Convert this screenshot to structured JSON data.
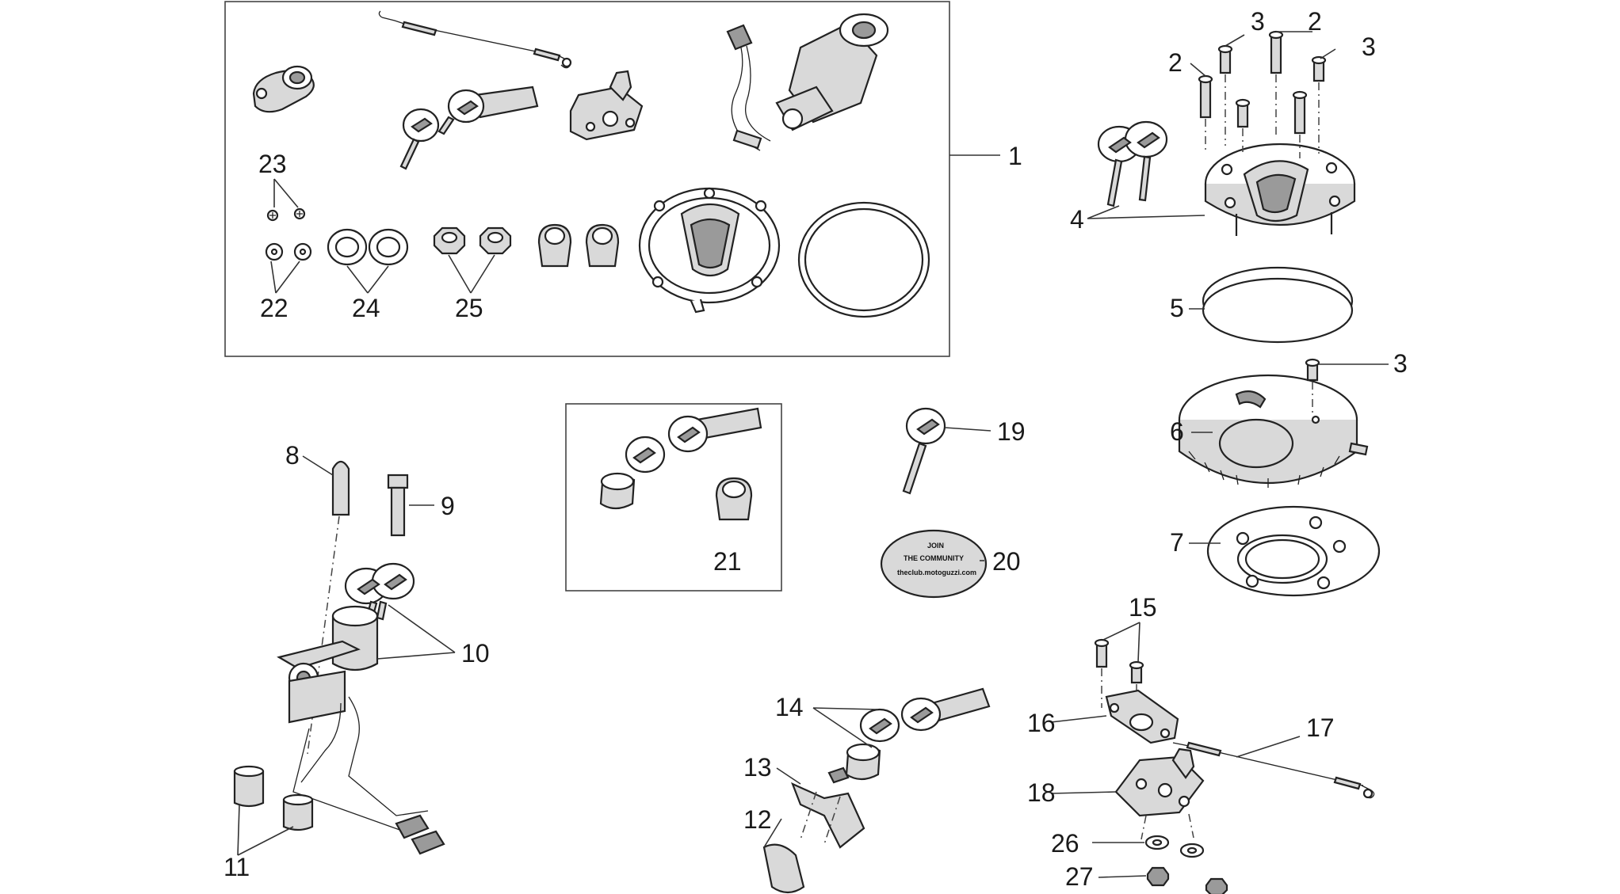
{
  "callouts": [
    "1",
    "2",
    "2",
    "3",
    "3",
    "3",
    "4",
    "5",
    "6",
    "7",
    "8",
    "9",
    "10",
    "11",
    "12",
    "13",
    "14",
    "15",
    "16",
    "17",
    "18",
    "19",
    "20",
    "21",
    "22",
    "23",
    "24",
    "25",
    "26",
    "27"
  ],
  "patch_text": [
    "JOIN",
    "THE COMMUNITY",
    "theclub.motoguzzi.com"
  ],
  "colors": {
    "line": "#222222",
    "fill_light": "#d9d9d9",
    "fill_dark": "#9a9a9a",
    "background": "#ffffff"
  }
}
